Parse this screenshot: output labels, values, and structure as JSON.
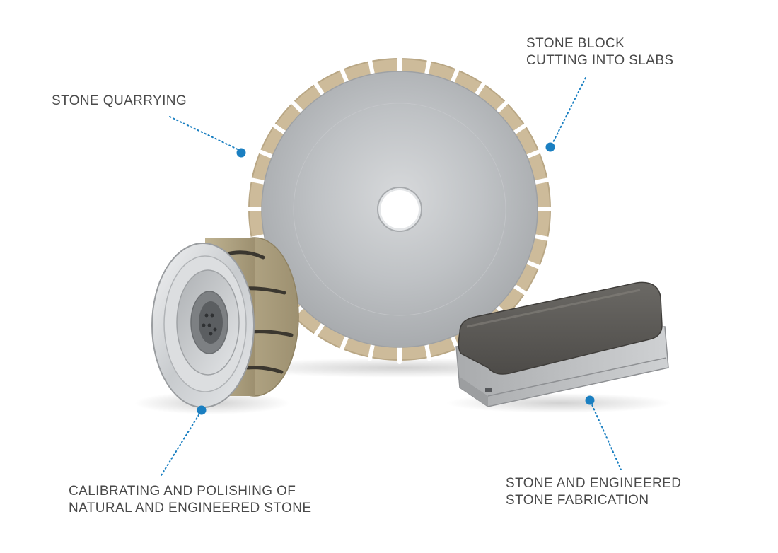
{
  "callouts": {
    "quarrying": {
      "lines": [
        "STONE QUARRYING"
      ]
    },
    "block_cutting": {
      "lines": [
        "STONE BLOCK",
        "CUTTING INTO SLABS"
      ]
    },
    "calibrating": {
      "lines": [
        "CALIBRATING AND POLISHING OF",
        "NATURAL AND ENGINEERED STONE"
      ]
    },
    "fabrication": {
      "lines": [
        "STONE AND ENGINEERED",
        "STONE FABRICATION"
      ]
    }
  },
  "colors": {
    "accent_dot": "#1a7fc1",
    "label_text": "#4a4a4a",
    "blade_steel": "#b9bcbf",
    "segment_diamond": "#cdbb9a",
    "block_dark": "#5d5b57"
  },
  "products": [
    {
      "icon": "segmented-saw-blade"
    },
    {
      "icon": "calibrating-wheel"
    },
    {
      "icon": "fickert-abrasive-block"
    }
  ]
}
